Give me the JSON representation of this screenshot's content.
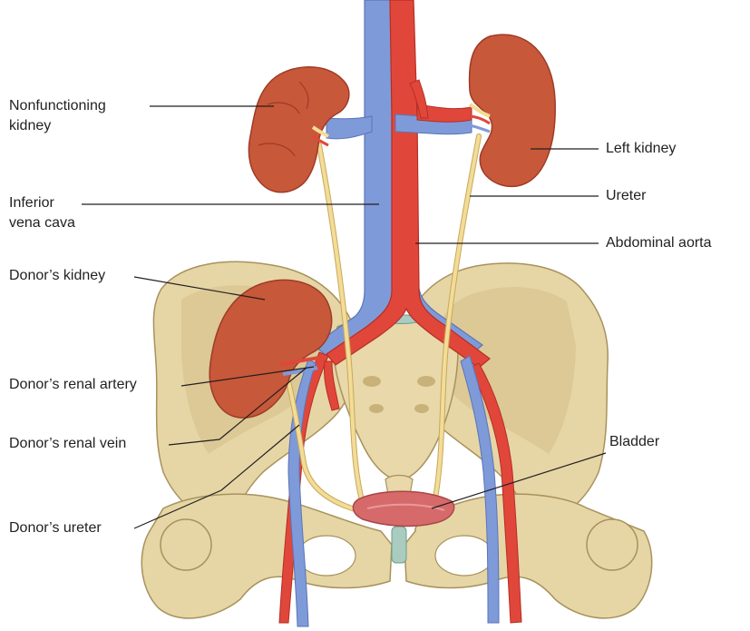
{
  "colors": {
    "background": "#ffffff",
    "bone": "#e6d6a6",
    "bone_shade": "#c8b27a",
    "kidney": "#c8583a",
    "kidney_shade": "#9e3b26",
    "artery": "#e0473a",
    "artery_shade": "#b52e24",
    "vein": "#7f9ad8",
    "vein_shade": "#5b74b8",
    "ureter": "#f2dc98",
    "bladder": "#d66a6a",
    "cartilage": "#a9cbc0",
    "leader": "#231f20",
    "label_text": "#231f20"
  },
  "labels": {
    "nonfunctioning_kidney": [
      "Nonfunctioning",
      "kidney"
    ],
    "inferior_vena_cava": [
      "Inferior",
      "vena cava"
    ],
    "donors_kidney": "Donor’s kidney",
    "donors_renal_artery": "Donor’s renal artery",
    "donors_renal_vein": "Donor’s renal vein",
    "donors_ureter": "Donor’s ureter",
    "left_kidney": "Left kidney",
    "ureter": "Ureter",
    "abdominal_aorta": "Abdominal aorta",
    "bladder": "Bladder"
  }
}
